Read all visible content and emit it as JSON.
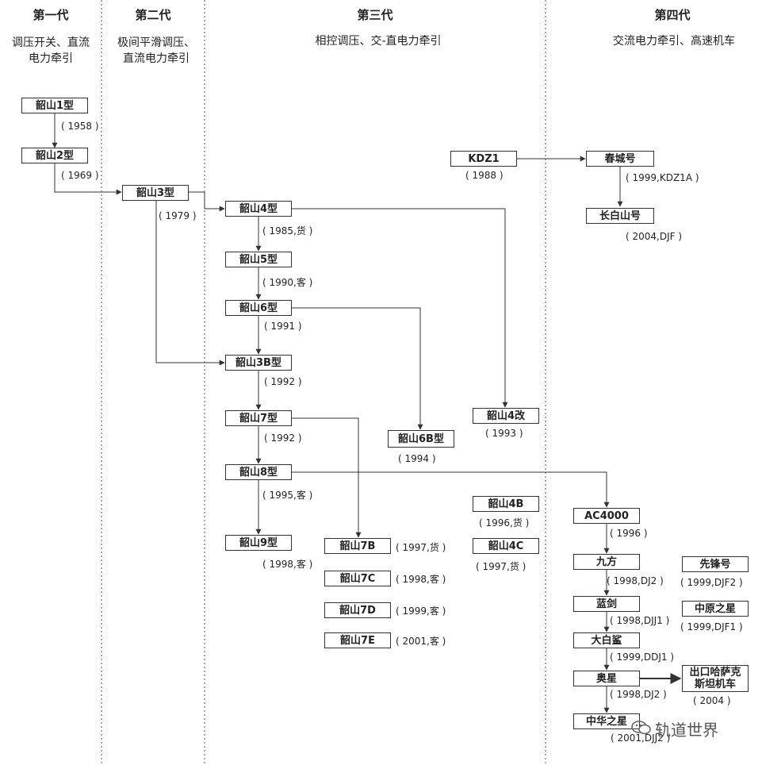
{
  "generations": [
    {
      "title": "第一代",
      "subtitle": "调压开关、直流\n电力牵引"
    },
    {
      "title": "第二代",
      "subtitle": "极间平滑调压、\n直流电力牵引"
    },
    {
      "title": "第三代",
      "subtitle": "相控调压、交-直电力牵引"
    },
    {
      "title": "第四代",
      "subtitle": "交流电力牵引、高速机车"
    }
  ],
  "nodes": {
    "ss1": "韶山1型",
    "ss2": "韶山2型",
    "ss3": "韶山3型",
    "ss4": "韶山4型",
    "ss5": "韶山5型",
    "ss6": "韶山6型",
    "ss3b": "韶山3B型",
    "ss7": "韶山7型",
    "ss8": "韶山8型",
    "ss9": "韶山9型",
    "ss6b": "韶山6B型",
    "ss4g": "韶山4改",
    "ss4b": "韶山4B",
    "ss4c": "韶山4C",
    "ss7b": "韶山7B",
    "ss7c": "韶山7C",
    "ss7d": "韶山7D",
    "ss7e": "韶山7E",
    "kdz1": "KDZ1",
    "chuncheng": "春城号",
    "changbaishan": "长白山号",
    "ac4000": "AC4000",
    "jiufang": "九方",
    "lanjian": "蓝剑",
    "dabaisha": "大白鲨",
    "aoxing": "奥星",
    "zhonghua": "中华之星",
    "xianfeng": "先锋号",
    "zhongyuan": "中原之星",
    "kazakh": "出口哈萨克\n斯坦机车"
  },
  "labels": {
    "ss1": "( 1958 )",
    "ss2": "( 1969 )",
    "ss3": "( 1979 )",
    "ss4": "( 1985,货 )",
    "ss5": "( 1990,客 )",
    "ss6": "( 1991 )",
    "ss3b": "( 1992 )",
    "ss7": "( 1992 )",
    "ss8": "( 1995,客 )",
    "ss9": "( 1998,客 )",
    "ss6b": "( 1994 )",
    "ss4g": "( 1993 )",
    "ss4b": "( 1996,货 )",
    "ss4c": "( 1997,货 )",
    "ss7b": "( 1997,货 )",
    "ss7c": "( 1998,客 )",
    "ss7d": "( 1999,客 )",
    "ss7e": "( 2001,客 )",
    "kdz1": "( 1988 )",
    "chuncheng": "( 1999,KDZ1A )",
    "changbaishan": "( 2004,DJF )",
    "ac4000": "( 1996 )",
    "jiufang": "( 1998,DJ2 )",
    "lanjian": "( 1998,DJJ1 )",
    "dabaisha": "( 1999,DDJ1 )",
    "aoxing": "( 1998,DJ2 )",
    "zhonghua": "( 2001,DJJ2 )",
    "xianfeng": "( 1999,DJF2 )",
    "zhongyuan": "( 1999,DJF1 )",
    "kazakh": "( 2004 )"
  },
  "watermark": "轨道世界",
  "colors": {
    "line": "#333333",
    "divider": "#555555"
  }
}
